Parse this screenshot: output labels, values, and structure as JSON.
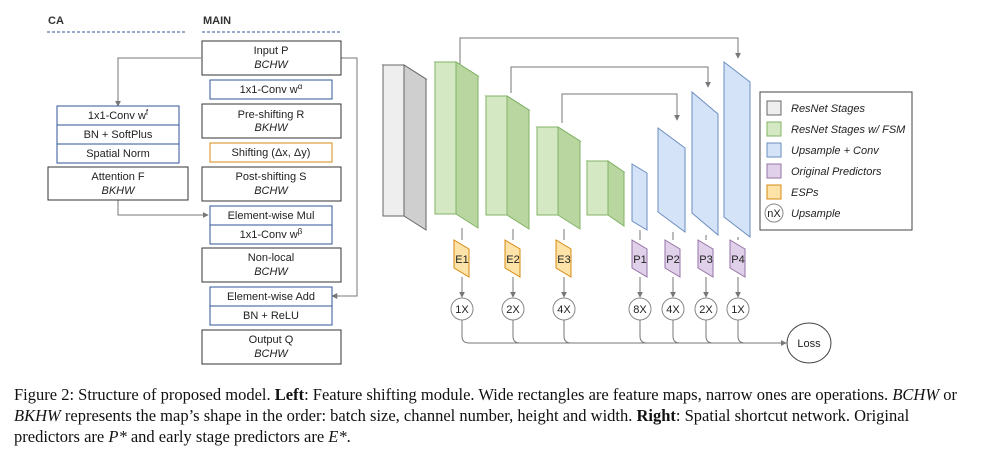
{
  "left": {
    "ca_header": "CA",
    "main_header": "MAIN",
    "ca_boxes": {
      "conv_f": "1x1-Conv w",
      "conv_f_sup": "f",
      "bn_softplus": "BN + SoftPlus",
      "spatial_norm": "Spatial Norm",
      "attention": "Attention F",
      "attention_shape": "BKHW"
    },
    "main_boxes": {
      "input": "Input P",
      "input_shape": "BCHW",
      "conv_alpha": "1x1-Conv w",
      "conv_alpha_sup": "α",
      "pre_shift": "Pre-shifting R",
      "pre_shift_shape": "BKHW",
      "shifting": "Shifting (Δx, Δy)",
      "post_shift": "Post-shifting S",
      "post_shift_shape": "BCHW",
      "elem_mul": "Element-wise Mul",
      "conv_beta": "1x1-Conv w",
      "conv_beta_sup": "β",
      "nonlocal": "Non-local",
      "nonlocal_shape": "BCHW",
      "elem_add": "Element-wise Add",
      "bn_relu": "BN + ReLU",
      "output": "Output Q",
      "output_shape": "BCHW"
    }
  },
  "right": {
    "esps": [
      "E1",
      "E2",
      "E3"
    ],
    "predictors": [
      "P1",
      "P2",
      "P3",
      "P4"
    ],
    "esp_upsample": [
      "1X",
      "2X",
      "4X"
    ],
    "pred_upsample": [
      "8X",
      "4X",
      "2X",
      "1X"
    ],
    "loss": "Loss",
    "legend": [
      {
        "label": "ResNet Stages",
        "color": "#eeeeee"
      },
      {
        "label": "ResNet Stages w/ FSM",
        "color": "#d5e8c4"
      },
      {
        "label": "Upsample + Conv",
        "color": "#d4e3f7"
      },
      {
        "label": "Original Predictors",
        "color": "#e0d0ea"
      },
      {
        "label": "ESPs",
        "color": "#fde3a8"
      },
      {
        "label": "Upsample",
        "icon": "nX"
      }
    ]
  },
  "caption": {
    "fig_label": "Figure 2: Structure of proposed model. ",
    "left_bold": "Left",
    "text1": ": Feature shifting module. Wide rectangles are feature maps, narrow ones are operations. ",
    "bchw": "BCHW",
    "or": " or ",
    "bkhw": "BKHW",
    "text2": " represents the map’s shape in the order: batch size, channel number, height and width. ",
    "right_bold": "Right",
    "text3": ": Spatial shortcut network. Original predictors are ",
    "pstar": "P*",
    "text4": " and early stage predictors are ",
    "estar": "E*",
    "text5": "."
  },
  "colors": {
    "blue_outline": "#2f5597",
    "orange_outline": "#d68910",
    "green_fill": "#d5e8c4",
    "green_line": "#82b366",
    "blue_fill": "#d4e3f7",
    "blue_line": "#6c8ebf",
    "gray_fill": "#eeeeee",
    "purple_fill": "#e0d0ea",
    "purple_line": "#9673a6",
    "orange_fill": "#fde3a8"
  }
}
